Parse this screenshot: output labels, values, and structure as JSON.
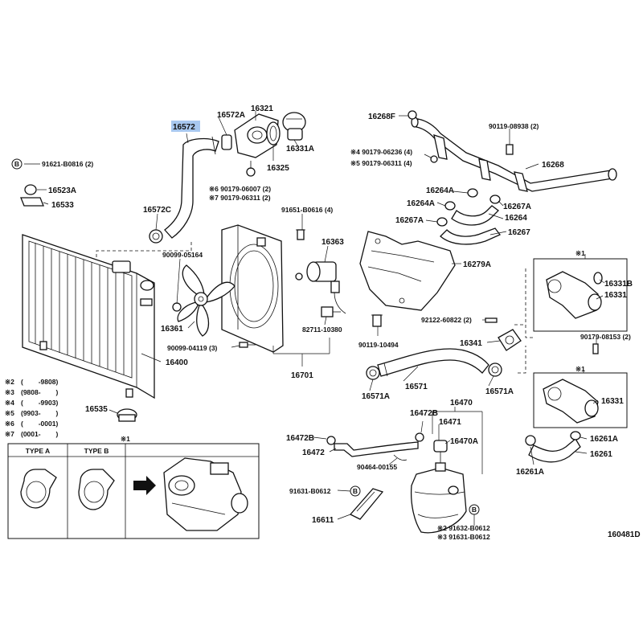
{
  "highlight_color": "#a8c8ef",
  "part_labels": {
    "p16572": "16572",
    "p16572A": "16572A",
    "p16321": "16321",
    "p16325": "16325",
    "p16331A": "16331A",
    "p16268F": "16268F",
    "p90119_08938": "90119-08938 (2)",
    "p16268": "16268",
    "p90179_06236": "※4 90179-06236 (4)",
    "p90179_06311_4": "※5 90179-06311 (4)",
    "p90179_06007": "※6 90179-06007 (2)",
    "p90179_06311_2": "※7 90179-06311 (2)",
    "p16264A_top": "16264A",
    "p16264A_mid": "16264A",
    "p16267A_top": "16267A",
    "p16267A_left": "16267A",
    "p16264": "16264",
    "p16267": "16267",
    "p91621": "91621-B0816 (2)",
    "p16523A": "16523A",
    "p16533": "16533",
    "p16572C": "16572C",
    "p91651": "91651-B0616 (4)",
    "p16363": "16363",
    "p16279A": "16279A",
    "p90099_05164": "90099-05164",
    "p16361": "16361",
    "p82711": "82711-10380",
    "p90099_04119": "90099-04119 (3)",
    "p16400": "16400",
    "p16701": "16701",
    "p90119_10494": "90119-10494",
    "p92122": "92122-60822 (2)",
    "p16341": "16341",
    "p16331B": "16331B",
    "p16331_a": "16331",
    "p90179_08153": "90179-08153 (2)",
    "p16331_b": "16331",
    "p16571": "16571",
    "p16571A_left": "16571A",
    "p16571A_right": "16571A",
    "p16535": "16535",
    "p16470": "16470",
    "p16472B_a": "16472B",
    "p16472B_b": "16472B",
    "p16471": "16471",
    "p16470A": "16470A",
    "p16472": "16472",
    "p90464": "90464-00155",
    "p91631_left": "91631-B0612",
    "p16611": "16611",
    "p91632": "※2 91632-B0612",
    "p91631_bottom": "※3 91631-B0612",
    "p16261A_top": "16261A",
    "p16261": "16261",
    "p16261A_bottom": "16261A",
    "p16331_star1_a": "※1",
    "p16331_star1_b": "※1",
    "circleB_left": "B",
    "circleB_mid": "B",
    "circleB_right": "B",
    "diagram_id": "160481D"
  },
  "legend": [
    {
      "mark": "※2",
      "range": "(        -9808)"
    },
    {
      "mark": "※3",
      "range": "(9808-        )"
    },
    {
      "mark": "※4",
      "range": "(        -9903)"
    },
    {
      "mark": "※5",
      "range": "(9903-        )"
    },
    {
      "mark": "※6",
      "range": "(        -0001)"
    },
    {
      "mark": "※7",
      "range": "(0001-        )"
    }
  ],
  "type_box": {
    "type_a": "TYPE A",
    "type_b": "TYPE B",
    "star_note": "※1"
  }
}
